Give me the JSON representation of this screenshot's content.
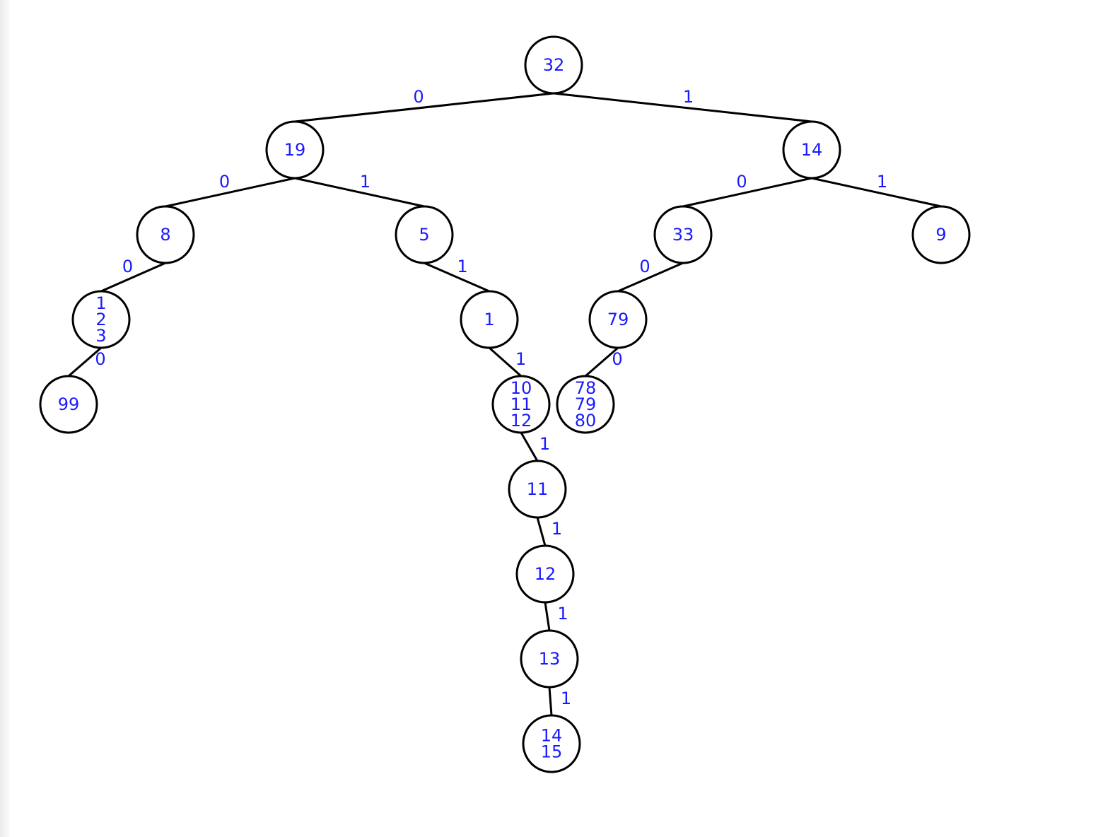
{
  "colors": {
    "text": "#1a1aff",
    "stroke": "#000000",
    "node_fill": "#ffffff"
  },
  "tree": {
    "nodes": [
      {
        "id": "n32",
        "label": "32"
      },
      {
        "id": "n19",
        "label": "19"
      },
      {
        "id": "n14",
        "label": "14"
      },
      {
        "id": "n8",
        "label": "8"
      },
      {
        "id": "n5",
        "label": "5"
      },
      {
        "id": "n33",
        "label": "33"
      },
      {
        "id": "n9",
        "label": "9"
      },
      {
        "id": "n123",
        "label": "1\n2\n3"
      },
      {
        "id": "n1",
        "label": "1"
      },
      {
        "id": "n79",
        "label": "79"
      },
      {
        "id": "n99",
        "label": "99"
      },
      {
        "id": "n101112",
        "label": "10\n11\n12"
      },
      {
        "id": "n787980",
        "label": "78\n79\n80"
      },
      {
        "id": "n11",
        "label": "11"
      },
      {
        "id": "n12",
        "label": "12"
      },
      {
        "id": "n13",
        "label": "13"
      },
      {
        "id": "n1415",
        "label": "14\n15"
      }
    ],
    "edges": [
      {
        "from": "n32",
        "to": "n19",
        "label": "0"
      },
      {
        "from": "n32",
        "to": "n14",
        "label": "1"
      },
      {
        "from": "n19",
        "to": "n8",
        "label": "0"
      },
      {
        "from": "n19",
        "to": "n5",
        "label": "1"
      },
      {
        "from": "n14",
        "to": "n33",
        "label": "0"
      },
      {
        "from": "n14",
        "to": "n9",
        "label": "1"
      },
      {
        "from": "n8",
        "to": "n123",
        "label": "0"
      },
      {
        "from": "n5",
        "to": "n1",
        "label": "1"
      },
      {
        "from": "n33",
        "to": "n79",
        "label": "0"
      },
      {
        "from": "n123",
        "to": "n99",
        "label": "0"
      },
      {
        "from": "n1",
        "to": "n101112",
        "label": "1"
      },
      {
        "from": "n79",
        "to": "n787980",
        "label": "0"
      },
      {
        "from": "n101112",
        "to": "n11",
        "label": "1"
      },
      {
        "from": "n11",
        "to": "n12",
        "label": "1"
      },
      {
        "from": "n12",
        "to": "n13",
        "label": "1"
      },
      {
        "from": "n13",
        "to": "n1415",
        "label": "1"
      }
    ]
  }
}
